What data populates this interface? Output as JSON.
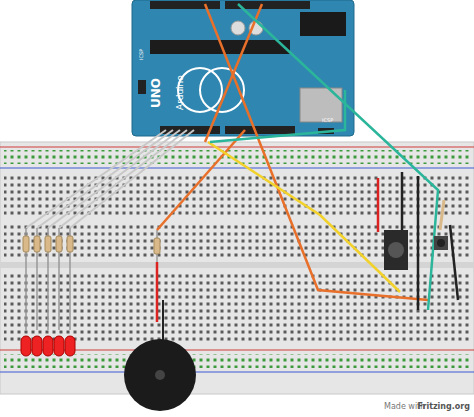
{
  "diagram": {
    "labels": [
      "UNO",
      "Arduino",
      "ICSP",
      "ICSP",
      "Made with",
      "Fritzing.org"
    ]
  }
}
